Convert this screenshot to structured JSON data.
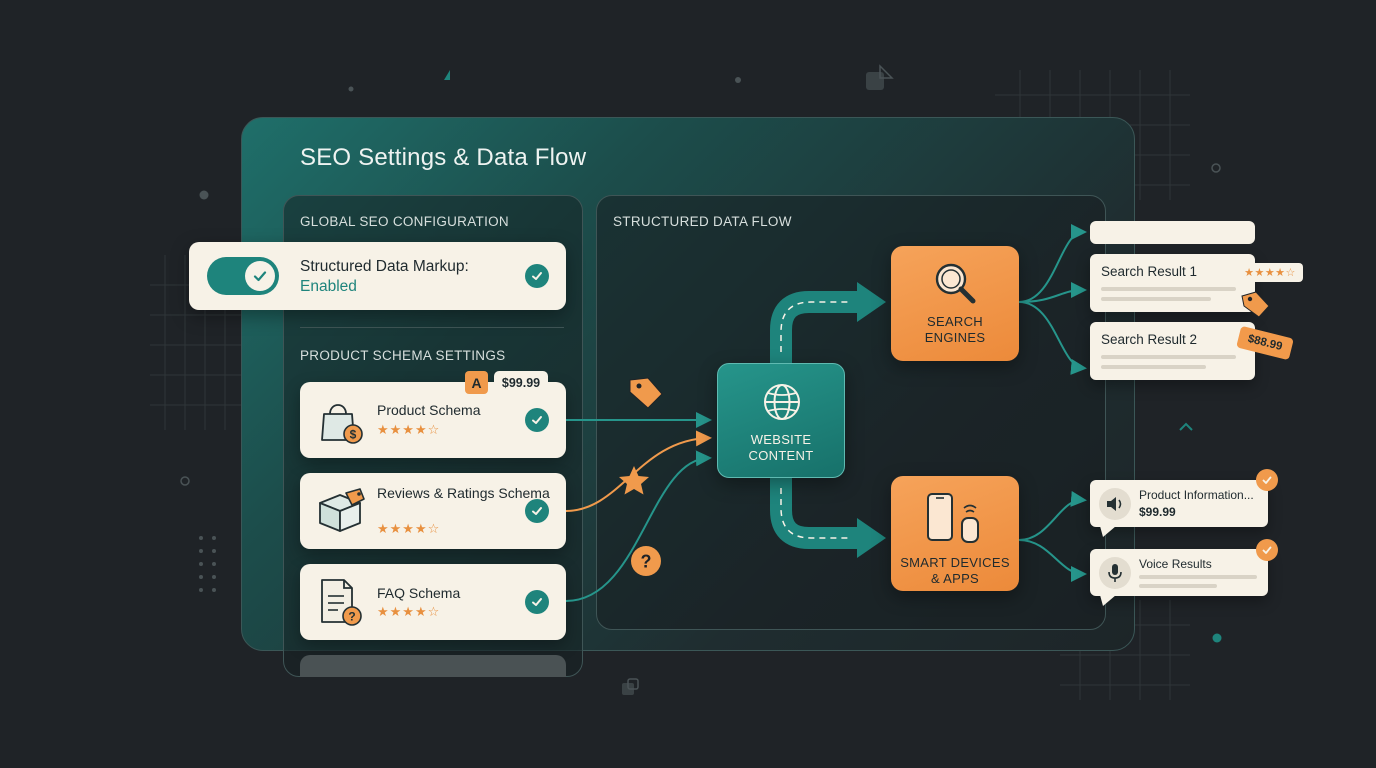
{
  "header": {
    "title": "SEO Settings & Data Flow"
  },
  "global": {
    "section_label": "GLOBAL SEO CONFIGURATION",
    "toggle_title": "Structured Data Markup:",
    "toggle_status": "Enabled"
  },
  "product_settings": {
    "section_label": "PRODUCT SCHEMA SETTINGS",
    "badge_letter": "A",
    "price": "$99.99",
    "items": [
      {
        "title": "Product Schema",
        "stars": "★★★★☆",
        "icon": "shopping-bag-icon"
      },
      {
        "title": "Reviews & Ratings Schema",
        "stars": "★★★★☆",
        "icon": "box-tag-icon"
      },
      {
        "title": "FAQ Schema",
        "stars": "★★★★☆",
        "icon": "faq-document-icon"
      }
    ]
  },
  "flow": {
    "section_label": "STRUCTURED DATA FLOW",
    "center_node": "WEBSITE\nCONTENT",
    "search_node": "SEARCH\nENGINES",
    "devices_node": "SMART DEVICES\n& APPS",
    "connector_symbols": {
      "question": "?"
    }
  },
  "results": {
    "search_result_1": "Search Result 1",
    "search_result_1_rating": "★★★★☆",
    "search_result_2": "Search Result 2",
    "search_result_2_price": "$88.99",
    "voice_1_title": "Product Information...",
    "voice_1_price": "$99.99",
    "voice_2_title": "Voice Results"
  },
  "colors": {
    "teal": "#1e847c",
    "orange": "#f09a4c",
    "card": "#f7f2e7",
    "background": "#1f2327"
  }
}
